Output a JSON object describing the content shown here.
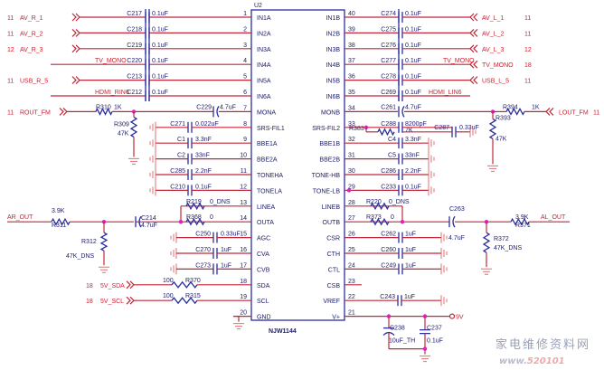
{
  "ic": {
    "ref": "U2",
    "part": "NJW1144",
    "left_pins": [
      {
        "num": "1",
        "name": "IN1A"
      },
      {
        "num": "2",
        "name": "IN2A"
      },
      {
        "num": "3",
        "name": "IN3A"
      },
      {
        "num": "4",
        "name": "IN4A"
      },
      {
        "num": "5",
        "name": "IN5A"
      },
      {
        "num": "6",
        "name": "IN6A"
      },
      {
        "num": "7",
        "name": "MONA"
      },
      {
        "num": "8",
        "name": "SRS-FIL1"
      },
      {
        "num": "9",
        "name": "BBE1A"
      },
      {
        "num": "10",
        "name": "BBE2A"
      },
      {
        "num": "11",
        "name": "TONEHA"
      },
      {
        "num": "12",
        "name": "TONELA"
      },
      {
        "num": "13",
        "name": "LINEA"
      },
      {
        "num": "14",
        "name": "OUTA"
      },
      {
        "num": "15",
        "name": "AGC"
      },
      {
        "num": "16",
        "name": "CVA"
      },
      {
        "num": "17",
        "name": "CVB"
      },
      {
        "num": "18",
        "name": "SDA"
      },
      {
        "num": "19",
        "name": "SCL"
      },
      {
        "num": "20",
        "name": "GND"
      }
    ],
    "right_pins": [
      {
        "num": "40",
        "name": "IN1B"
      },
      {
        "num": "39",
        "name": "IN2B"
      },
      {
        "num": "38",
        "name": "IN3B"
      },
      {
        "num": "37",
        "name": "IN4B"
      },
      {
        "num": "36",
        "name": "IN5B"
      },
      {
        "num": "35",
        "name": "IN6B"
      },
      {
        "num": "34",
        "name": "MONB"
      },
      {
        "num": "33",
        "name": "SRS-FIL2"
      },
      {
        "num": "32",
        "name": "BBE1B"
      },
      {
        "num": "31",
        "name": "BBE2B"
      },
      {
        "num": "30",
        "name": "TONE-HB"
      },
      {
        "num": "29",
        "name": "TONE-LB"
      },
      {
        "num": "28",
        "name": "LINEB"
      },
      {
        "num": "27",
        "name": "OUTB"
      },
      {
        "num": "26",
        "name": "CSR"
      },
      {
        "num": "25",
        "name": "CTH"
      },
      {
        "num": "24",
        "name": "CTL"
      },
      {
        "num": "23",
        "name": "CSB"
      },
      {
        "num": "22",
        "name": "VREF"
      },
      {
        "num": "21",
        "name": "V+"
      }
    ]
  },
  "left_inputs": [
    {
      "sheet": "11",
      "net": "AV_R_1",
      "cap": "C217",
      "value": "0.1uF",
      "port": true
    },
    {
      "sheet": "11",
      "net": "AV_R_2",
      "cap": "C218",
      "value": "0.1uF",
      "port": true
    },
    {
      "sheet": "12",
      "net": "AV_R_3",
      "cap": "C219",
      "value": "0.1uF",
      "port": true
    },
    {
      "sheet": "",
      "net": "TV_MONO",
      "cap": "C220",
      "value": "0.1uF",
      "port": false
    },
    {
      "sheet": "11",
      "net": "USB_R_5",
      "cap": "C213",
      "value": "0.1uF",
      "port": true
    },
    {
      "sheet": "",
      "net": "HDMI_RIN6",
      "cap": "C212",
      "value": "0.1uF",
      "port": false
    }
  ],
  "right_inputs": [
    {
      "sheet": "11",
      "net": "AV_L_1",
      "cap": "C274",
      "value": "0.1uF",
      "port": true
    },
    {
      "sheet": "11",
      "net": "AV_L_2",
      "cap": "C275",
      "value": "0.1uF",
      "port": true
    },
    {
      "sheet": "12",
      "net": "AV_L_3",
      "cap": "C276",
      "value": "0.1uF",
      "port": true
    },
    {
      "sheet": "18",
      "net": "TV_MONO",
      "cap": "C277",
      "value": "0.1uF",
      "port": true,
      "wire_label": "TV_MONO"
    },
    {
      "sheet": "11",
      "net": "USB_L_5",
      "cap": "C278",
      "value": "0.1uF",
      "port": true
    },
    {
      "sheet": "",
      "net": "HDMI_LIN6",
      "cap": "C269",
      "value": "0.1uF",
      "port": false
    }
  ],
  "mono": {
    "left": {
      "sheet": "11",
      "net": "ROUT_FM",
      "res": "R310",
      "res_val": "1K",
      "pd_res": "R309",
      "pd_val": "47K",
      "cap": "C229",
      "cap_val": "4.7uF"
    },
    "right": {
      "sheet": "11",
      "net": "LOUT_FM",
      "res": "R394",
      "res_val": "1K",
      "pd_res": "R393",
      "pd_val": "47K",
      "cap": "C261",
      "cap_val": "4.7uF"
    }
  },
  "left_filters": [
    {
      "cap": "C271",
      "value": "0.022uF"
    },
    {
      "cap": "C1",
      "value": "3.3nF"
    },
    {
      "cap": "C2",
      "value": "33nF"
    },
    {
      "cap": "C285",
      "value": "2.2nF"
    },
    {
      "cap": "C210",
      "value": "0.1uF"
    }
  ],
  "right_filters": [
    {
      "cap": "C288",
      "value": "8200pF",
      "res": "R383",
      "res_val": "7K",
      "cap2": "C287",
      "cap2_val": "0.33uF"
    },
    {
      "cap": "C4",
      "value": "3.3nF"
    },
    {
      "cap": "C5",
      "value": "33nF"
    },
    {
      "cap": "C286",
      "value": "2.2nF"
    },
    {
      "cap": "C233",
      "value": "0.1uF"
    }
  ],
  "outputs": {
    "left": {
      "net": "AR_OUT",
      "res": "R311",
      "res_val": "3.9K",
      "pd_res": "R312",
      "pd_val": "47K_DNS",
      "cap": "C214",
      "cap_val": "4.7uF",
      "line_res": "R219",
      "line_val": "0_DNS",
      "out_res": "R368",
      "out_val": "0"
    },
    "right": {
      "net": "AL_OUT",
      "res": "R371",
      "res_val": "3.9K",
      "pd_res": "R372",
      "pd_val": "47K_DNS",
      "cap": "C263",
      "cap_val": "4.7uF",
      "line_res": "R220",
      "line_val": "0_DNS",
      "out_res": "R373",
      "out_val": "0"
    }
  },
  "left_ctrl_caps": [
    {
      "cap": "C250",
      "value": "0.33uF"
    },
    {
      "cap": "C270",
      "value": "1uF"
    },
    {
      "cap": "C273",
      "value": "1uF"
    }
  ],
  "right_ctrl_caps": [
    {
      "cap": "C262",
      "value": "1uF"
    },
    {
      "cap": "C260",
      "value": "1uF"
    },
    {
      "cap": "C249",
      "value": "1uF"
    }
  ],
  "i2c": [
    {
      "sheet": "18",
      "net": "5V_SDA",
      "res": "R370",
      "res_val": "100"
    },
    {
      "sheet": "18",
      "net": "5V_SCL",
      "res": "R315",
      "res_val": "100"
    }
  ],
  "vref": {
    "cap": "C243",
    "value": "1uF"
  },
  "supply": {
    "net": "9V",
    "cap1": "C238",
    "cap1_val": "10uF_TH",
    "cap2": "C237",
    "cap2_val": "0.1uF"
  },
  "watermark": {
    "cn": "家电维修资料网",
    "url_a": "www.",
    "url_b": "520101",
    ".com": ".com"
  }
}
